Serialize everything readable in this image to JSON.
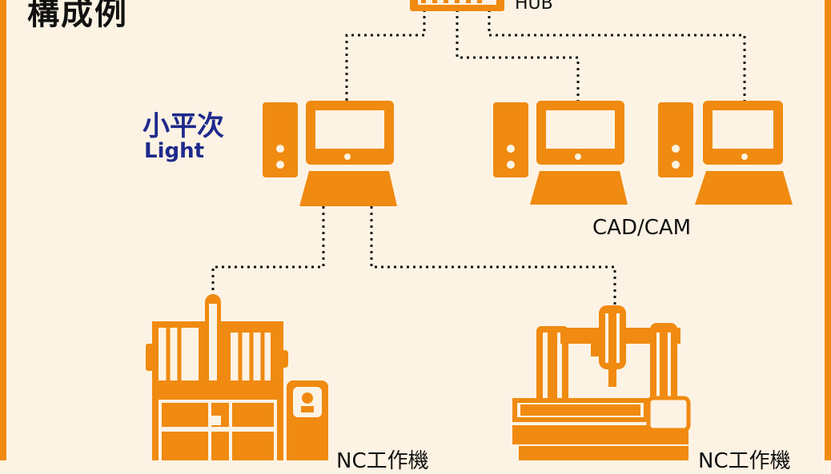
{
  "title": "構成例",
  "hub": {
    "label": "HUB"
  },
  "software": {
    "name": "小平次",
    "sub": "Light"
  },
  "cad_cam": {
    "label": "CAD/CAM"
  },
  "machines": [
    {
      "label": "NC工作機"
    },
    {
      "label": "NC工作機"
    }
  ],
  "colors": {
    "accent": "#f08a10",
    "navy": "#1e2a8c",
    "background": "#fdf3e4"
  },
  "icons": [
    "hub-icon",
    "computer-icon",
    "nc-machine-icon"
  ]
}
